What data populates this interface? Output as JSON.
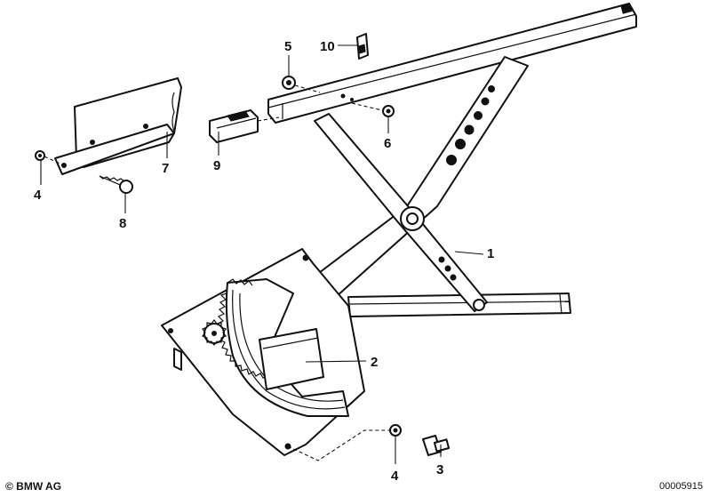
{
  "callouts": {
    "c1": "1",
    "c2": "2",
    "c3": "3",
    "c4_left": "4",
    "c4_bottom": "4",
    "c5": "5",
    "c6": "6",
    "c7": "7",
    "c8": "8",
    "c9": "9",
    "c10": "10"
  },
  "footer": {
    "copyright": "© BMW AG",
    "doc_number": "00005915"
  }
}
